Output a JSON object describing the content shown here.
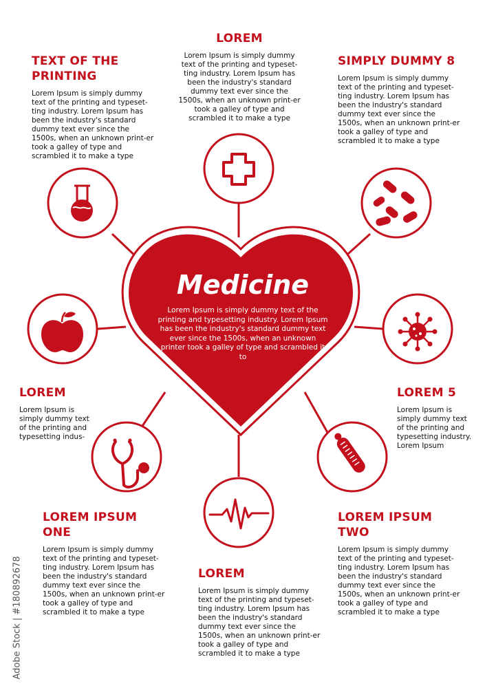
{
  "colors": {
    "accent": "#c3101c",
    "text": "#111111",
    "background": "#ffffff"
  },
  "heart": {
    "title": "Medicine",
    "text": "Lorem Ipsum is simply dummy text of the printing and typesetting industry. Lorem Ipsum has been the industry's standard dummy text ever since the 1500s, when an unknown printer took a galley of type and scrambled it to"
  },
  "icons": [
    "cross-icon",
    "pills-icon",
    "virus-icon",
    "thermometer-icon",
    "heartbeat-icon",
    "stethoscope-icon",
    "apple-icon",
    "flask-icon"
  ],
  "blocks": {
    "top": {
      "title": "LOREM",
      "text": "Lorem Ipsum is simply dummy text of the printing and typeset-ting industry. Lorem Ipsum has been the industry's standard dummy text ever since the 1500s, when an unknown print-er took a galley of type and scrambled it to make a type"
    },
    "top_left": {
      "title": "TEXT OF THE PRINTING",
      "text": "Lorem Ipsum is simply dummy text of the printing and typeset-ting industry. Lorem Ipsum has been the industry's standard dummy text ever since the 1500s, when an unknown print-er took a galley of type and scrambled it to make a type"
    },
    "top_right": {
      "title": "SIMPLY DUMMY 8",
      "text": "Lorem Ipsum is simply dummy text of the printing and typeset-ting industry. Lorem Ipsum has been the industry's standard dummy text ever since the 1500s, when an unknown print-er took a galley of type and scrambled it to make a type"
    },
    "left": {
      "title": "LOREM",
      "text": "Lorem Ipsum is simply dummy text of the printing and typesetting indus-"
    },
    "right": {
      "title": "LOREM 5",
      "text": "Lorem Ipsum is simply dummy text of the printing and typesetting industry. Lorem Ipsum"
    },
    "bottom_left": {
      "title": "LOREM IPSUM ONE",
      "text": "Lorem Ipsum is simply dummy text of the printing and typeset-ting industry. Lorem Ipsum has been the industry's standard dummy text ever since the 1500s, when an unknown print-er took a galley of type and scrambled it to make a type"
    },
    "bottom_right": {
      "title": "LOREM IPSUM TWO",
      "text": "Lorem Ipsum is simply dummy text of the printing and typeset-ting industry. Lorem Ipsum has been the industry's standard dummy text ever since the 1500s, when an unknown print-er took a galley of type and scrambled it to make a type"
    },
    "bottom": {
      "title": "LOREM",
      "text": "Lorem Ipsum is simply dummy text of the printing and typeset-ting industry. Lorem Ipsum has been the industry's standard dummy text ever since the 1500s, when an unknown print-er took a galley of type and scrambled it to make a type"
    }
  },
  "watermark": "Adobe Stock | #180892678"
}
